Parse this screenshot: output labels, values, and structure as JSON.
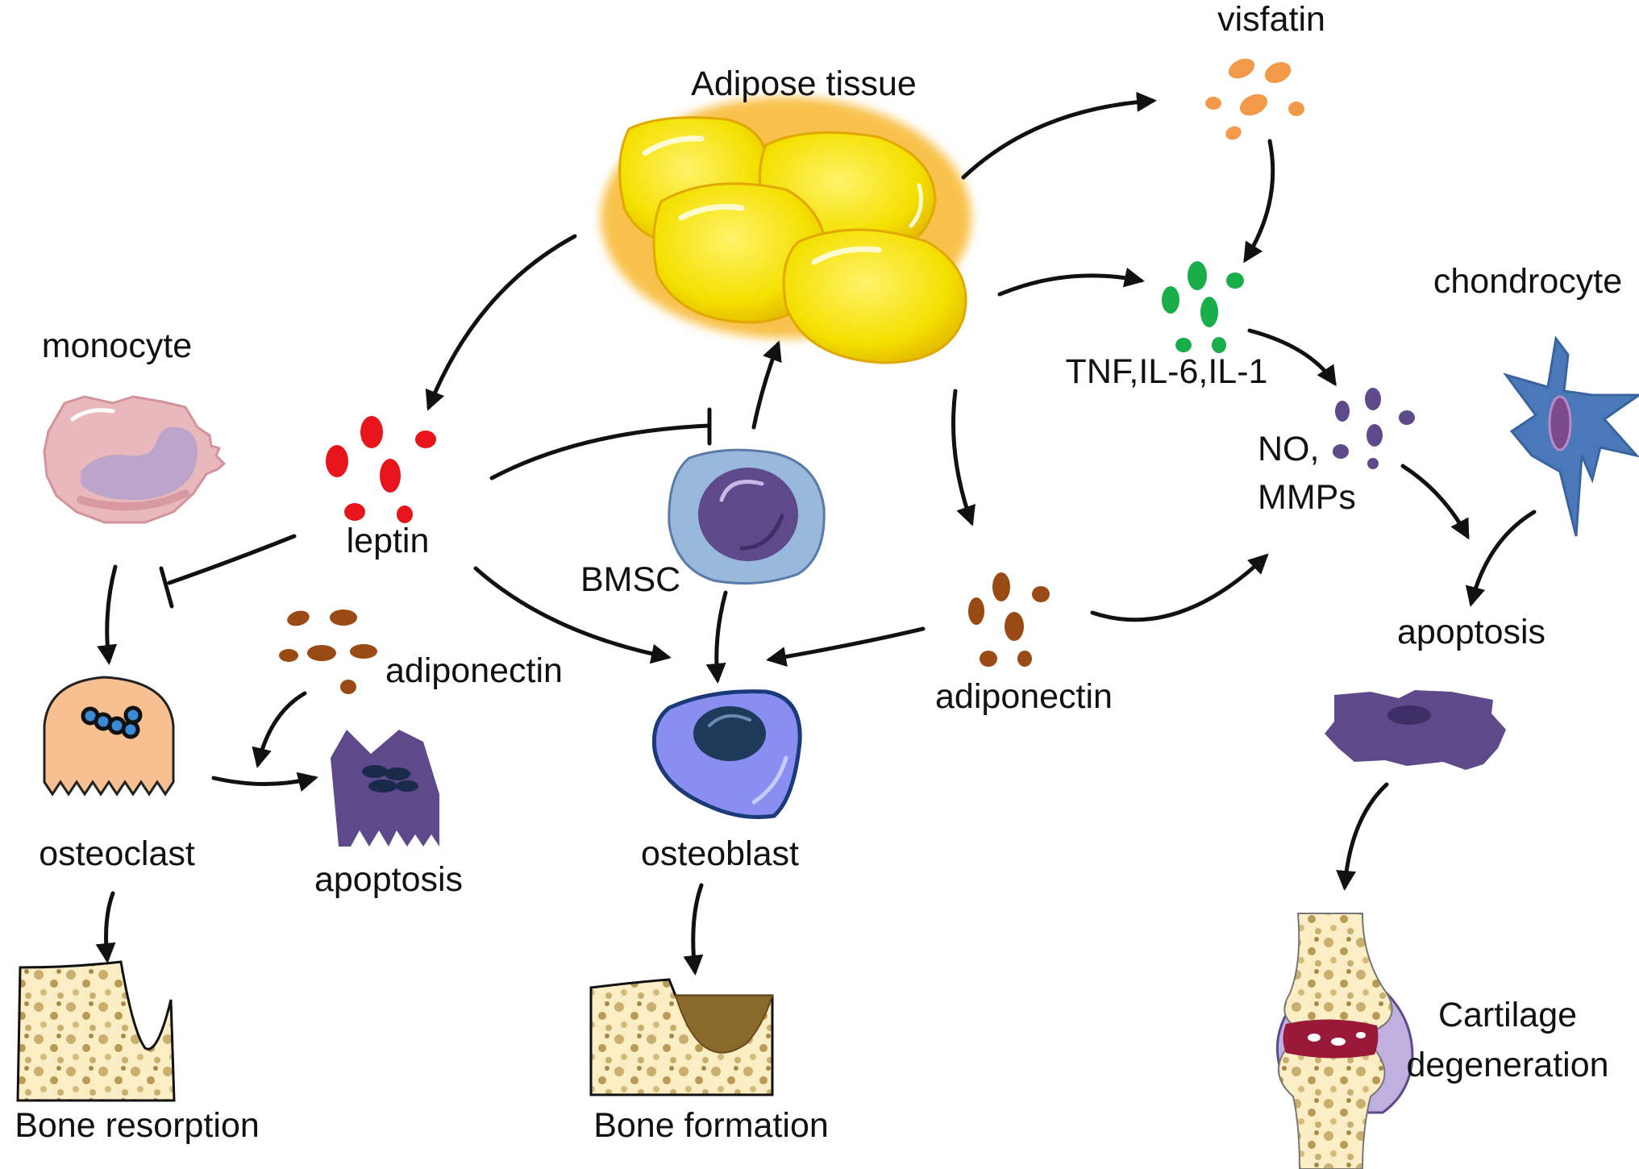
{
  "labels": {
    "adipose_tissue": "Adipose tissue",
    "visfatin": "visfatin",
    "chondrocyte": "chondrocyte",
    "monocyte": "monocyte",
    "leptin": "leptin",
    "bmsc": "BMSC",
    "tnf": "TNF,IL-6,IL-1",
    "no_mmps_line1": "NO,",
    "no_mmps_line2": "MMPs",
    "adiponectin_left": "adiponectin",
    "adiponectin_right": "adiponectin",
    "apoptosis_left": "apoptosis",
    "apoptosis_right": "apoptosis",
    "osteoclast": "osteoclast",
    "osteoblast": "osteoblast",
    "bone_resorption": "Bone resorption",
    "bone_formation": "Bone formation",
    "cartilage_line1": "Cartilage",
    "cartilage_line2": "degeneration"
  },
  "colors": {
    "adipose": "#f5e300",
    "leptin": "#e8141c",
    "visfatin": "#f39a4a",
    "cytokines": "#1aae4a",
    "no_mmps": "#5e4a8a",
    "adiponectin": "#9a4a14",
    "chondrocyte": "#4a78b8",
    "monocyte": "#e8b8bc",
    "osteoclast": "#f8c090",
    "osteoblast": "#8a8ef0",
    "bmsc": "#98b8dc",
    "apoptotic_cell": "#5e4a8a",
    "arrow": "#111111"
  }
}
